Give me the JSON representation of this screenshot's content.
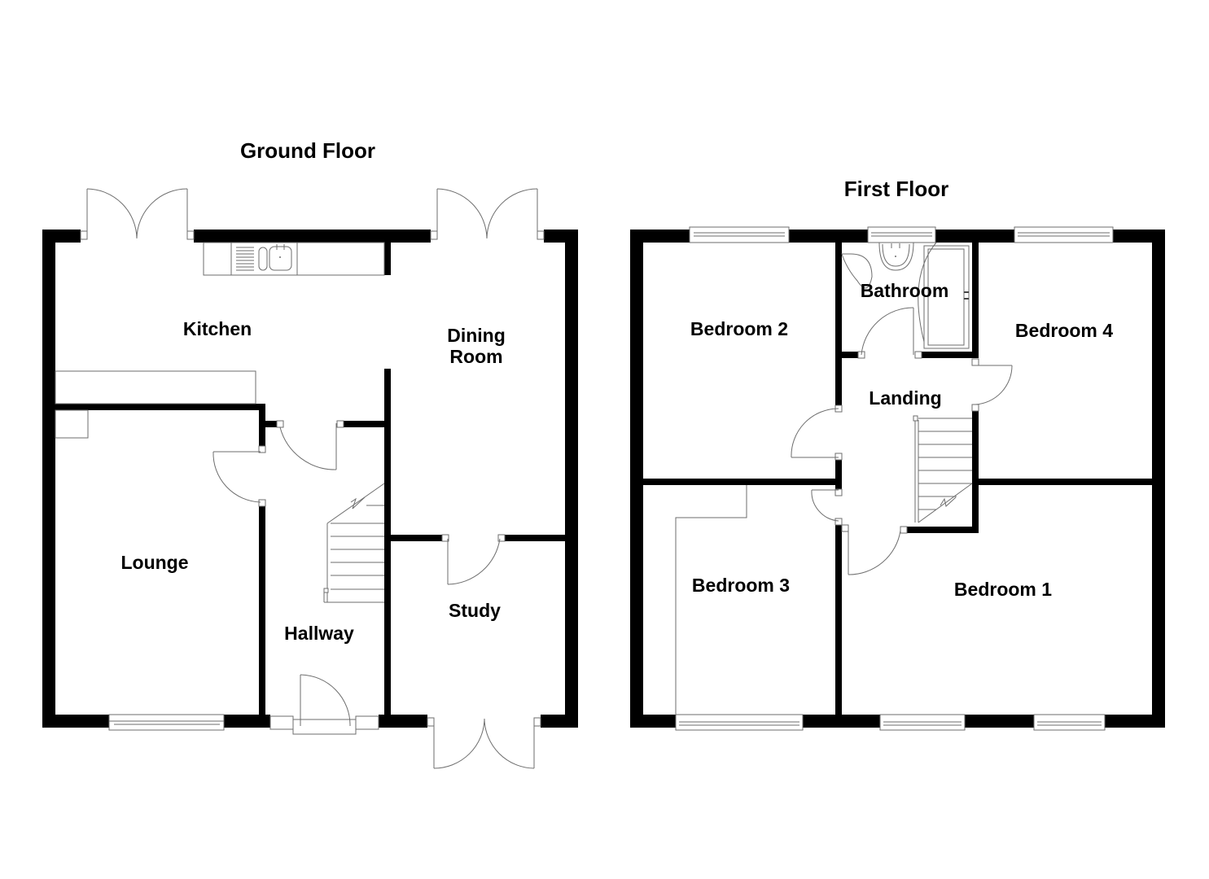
{
  "colors": {
    "wall": "#000000",
    "fixture_line": "#6e6e6e",
    "background": "#ffffff",
    "text": "#000000"
  },
  "ground_floor": {
    "title": "Ground Floor",
    "rooms": [
      {
        "id": "kitchen",
        "label": "Kitchen"
      },
      {
        "id": "dining",
        "label_line1": "Dining",
        "label_line2": "Room"
      },
      {
        "id": "lounge",
        "label": "Lounge"
      },
      {
        "id": "hallway",
        "label": "Hallway"
      },
      {
        "id": "study",
        "label": "Study"
      }
    ],
    "features": [
      "french-doors-kitchen",
      "french-doors-dining",
      "french-doors-study",
      "kitchen-sink-unit",
      "staircase",
      "front-door",
      "window-lounge"
    ]
  },
  "first_floor": {
    "title": "First Floor",
    "rooms": [
      {
        "id": "bedroom2",
        "label": "Bedroom 2"
      },
      {
        "id": "bathroom",
        "label": "Bathroom"
      },
      {
        "id": "bedroom4",
        "label": "Bedroom 4"
      },
      {
        "id": "landing",
        "label": "Landing"
      },
      {
        "id": "bedroom3",
        "label": "Bedroom 3"
      },
      {
        "id": "bedroom1",
        "label": "Bedroom 1"
      }
    ],
    "features": [
      "window-bedroom2",
      "window-bathroom",
      "window-bedroom4",
      "window-bedroom3",
      "window-bedroom1-a",
      "window-bedroom1-b",
      "bath",
      "wc",
      "basin",
      "staircase"
    ]
  }
}
